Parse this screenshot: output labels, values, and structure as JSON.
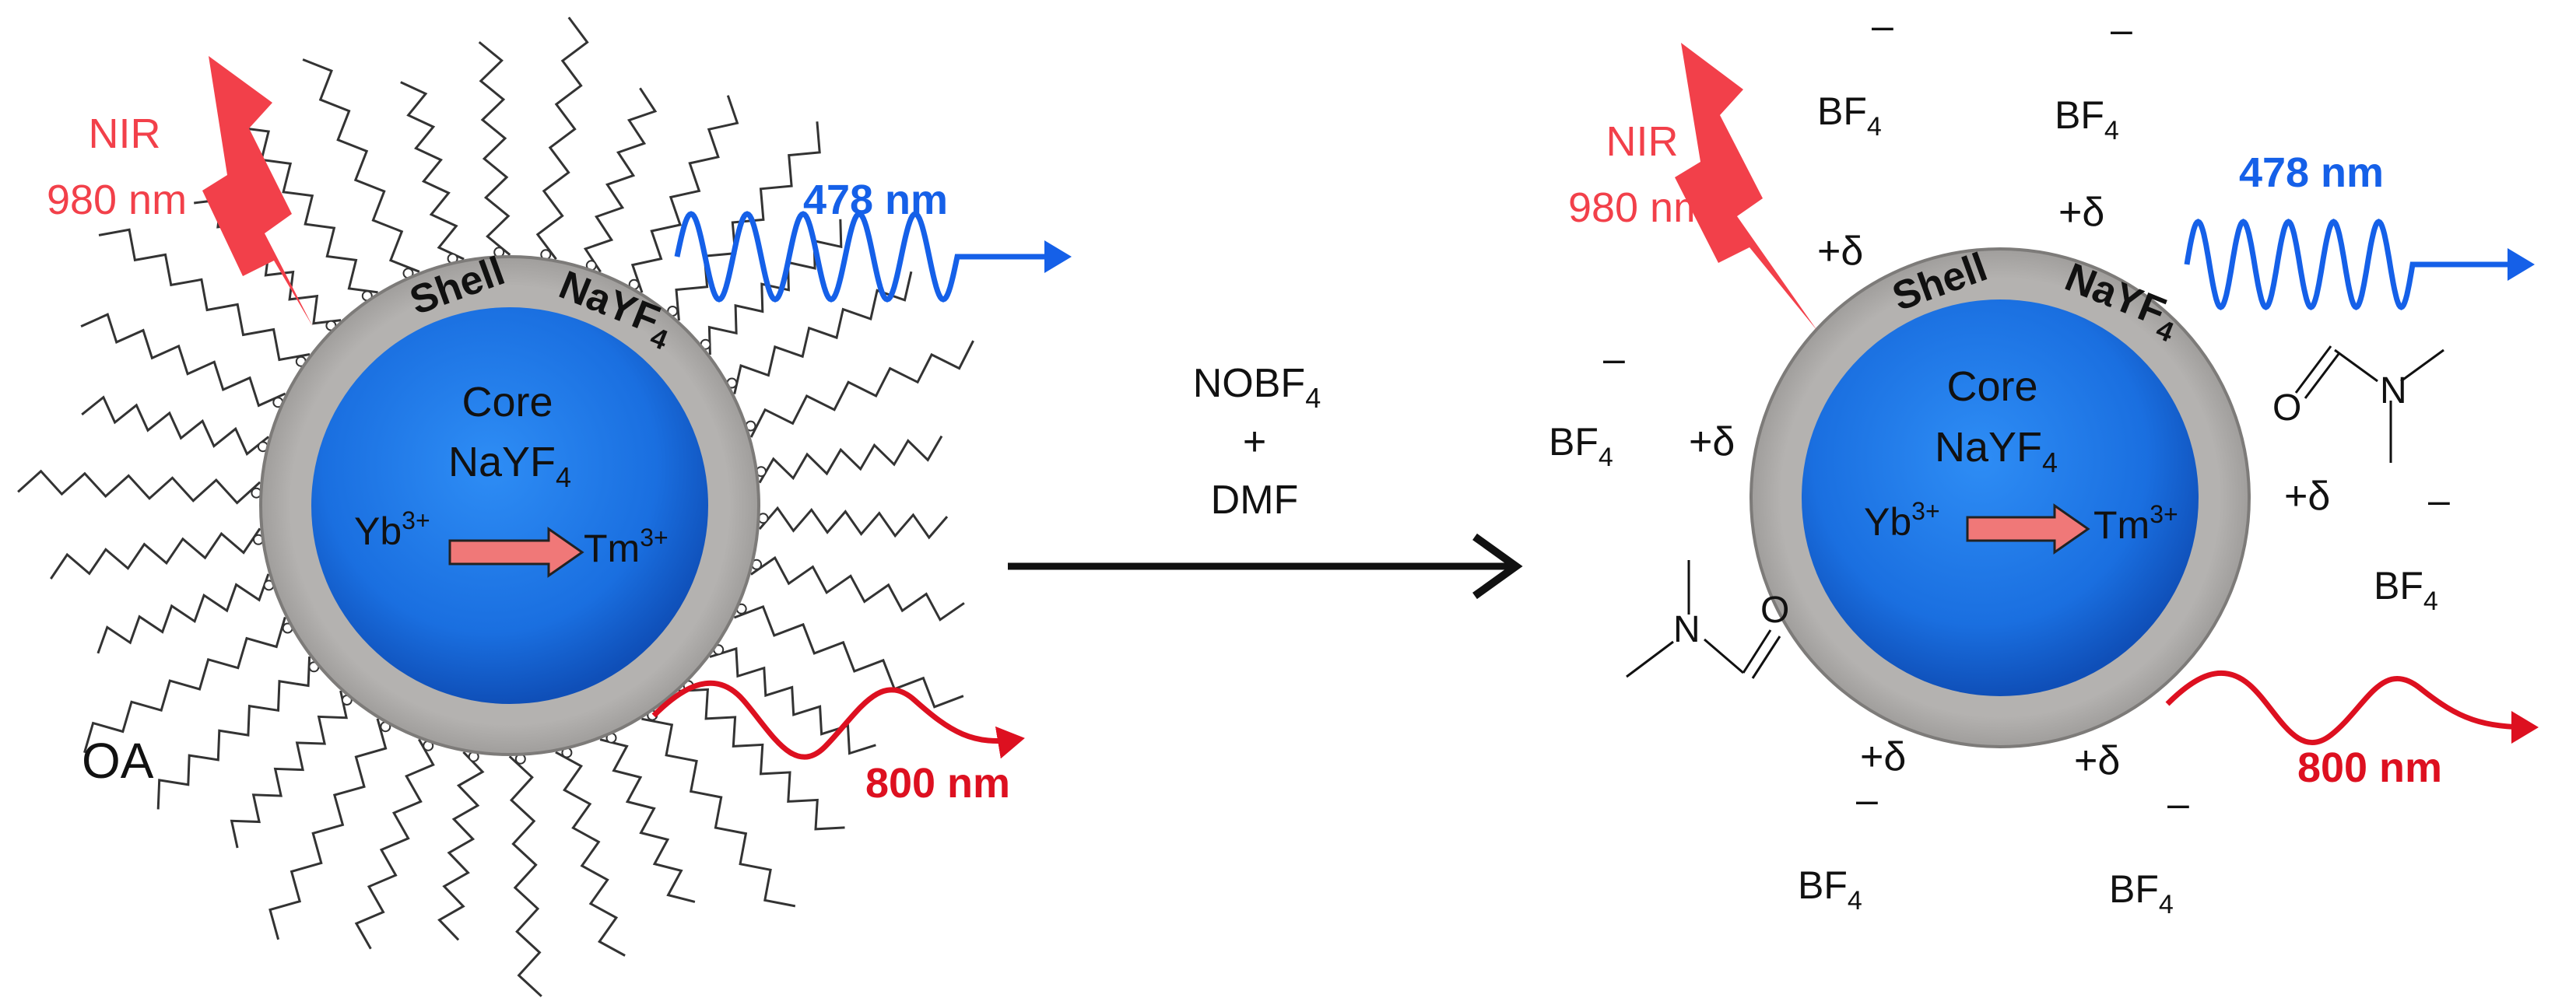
{
  "colors": {
    "nir": "#f2404a",
    "blue_emission": "#1560e8",
    "red_emission": "#dd1020",
    "core_blue": "#1a6fe0",
    "shell_gray": "#a8a6a4",
    "arrow_fill": "#f07878",
    "text": "#111111"
  },
  "left": {
    "nir_label": "NIR",
    "nir_wavelength": "980 nm",
    "blue_emission": "478 nm",
    "red_emission": "800 nm",
    "shell_label": "Shell",
    "shell_material": "NaYF",
    "shell_material_sub": "4",
    "core_label": "Core",
    "core_material": "NaYF",
    "core_material_sub": "4",
    "sensitizer": "Yb",
    "sensitizer_sup": "3+",
    "activator": "Tm",
    "activator_sup": "3+",
    "ligand_label": "OA"
  },
  "reaction": {
    "reagent1": "NOBF",
    "reagent1_sub": "4",
    "plus": "+",
    "reagent2": "DMF"
  },
  "right": {
    "nir_label": "NIR",
    "nir_wavelength": "980 nm",
    "blue_emission": "478 nm",
    "red_emission": "800 nm",
    "shell_label": "Shell",
    "shell_material": "NaYF",
    "shell_material_sub": "4",
    "core_label": "Core",
    "core_material": "NaYF",
    "core_material_sub": "4",
    "sensitizer": "Yb",
    "sensitizer_sup": "3+",
    "activator": "Tm",
    "activator_sup": "3+",
    "anion": "BF",
    "anion_sub": "4",
    "anion_charge": "–",
    "partial_charge": "+δ",
    "dmf_o": "O",
    "dmf_n": "N"
  }
}
